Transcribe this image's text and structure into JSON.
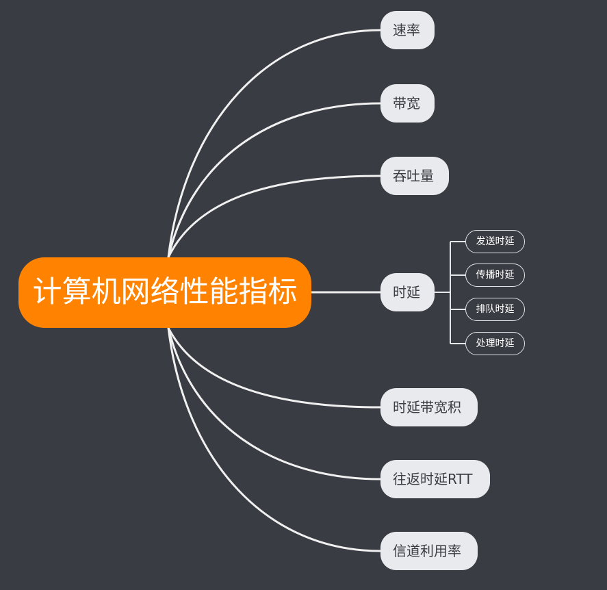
{
  "colors": {
    "background": "#393c42",
    "root_fill": "#ff8300",
    "root_text": "#ffffff",
    "topic_fill": "#e9eaed",
    "topic_text": "#3a3d42",
    "connector": "#f0f0f0"
  },
  "mindmap": {
    "root": {
      "label": "计算机网络性能指标"
    },
    "topics": [
      {
        "label": "速率"
      },
      {
        "label": "带宽"
      },
      {
        "label": "吞吐量"
      },
      {
        "label": "时延",
        "children": [
          {
            "label": "发送时延"
          },
          {
            "label": "传播时延"
          },
          {
            "label": "排队时延"
          },
          {
            "label": "处理时延"
          }
        ]
      },
      {
        "label": "时延带宽积"
      },
      {
        "label": "往返时延RTT"
      },
      {
        "label": "信道利用率"
      }
    ]
  }
}
